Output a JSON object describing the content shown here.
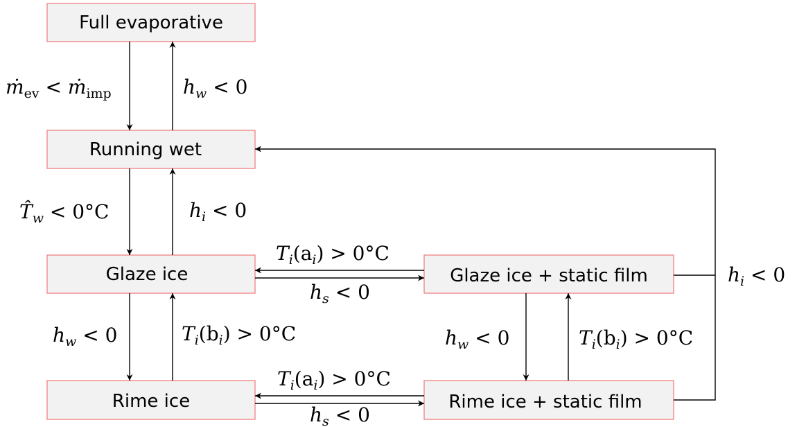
{
  "nodes": {
    "full_evaporative": "Full evaporative",
    "running_wet": "Running wet",
    "glaze_ice": "Glaze ice",
    "glaze_static": "Glaze ice + static film",
    "rime_ice": "Rime ice",
    "rime_static": "Rime ice + static film"
  },
  "conditions": {
    "m_ev": "ṁ",
    "ev_sub": "ev",
    "less": " < ",
    "m_imp": "ṁ",
    "imp_sub": "imp",
    "h": "h",
    "w_sub": "w",
    "i_sub": "i",
    "s_sub": "s",
    "lt_zero": " < 0",
    "T": "T",
    "that": "T̂",
    "lt_zero_c": " < 0°C",
    "gt_zero_c": " > 0°C",
    "ai_open": "(a",
    "bi_open": "(b",
    "close_paren": ")"
  }
}
